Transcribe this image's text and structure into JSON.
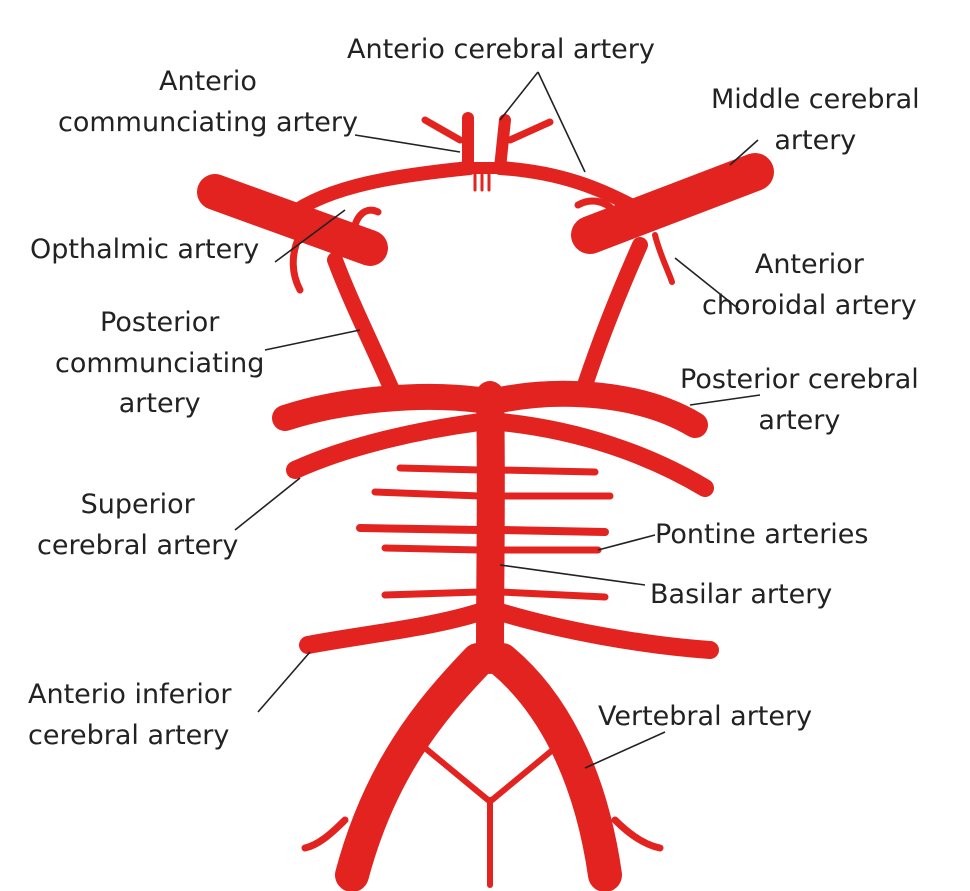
{
  "colors": {
    "artery": "#e2231f",
    "artery_dark": "#c51714",
    "leader": "#222222",
    "text": "#222222",
    "background": "#ffffff"
  },
  "labels": {
    "anterior_cerebral": "Anterio cerebral artery",
    "anterior_communicating": [
      "Anterio",
      "communciating artery"
    ],
    "middle_cerebral": [
      "Middle cerebral",
      "artery"
    ],
    "ophthalmic": "Opthalmic artery",
    "anterior_choroidal": [
      "Anterior",
      "choroidal artery"
    ],
    "posterior_communicating": [
      "Posterior",
      "communciating",
      "artery"
    ],
    "posterior_cerebral": [
      "Posterior cerebral",
      "artery"
    ],
    "superior_cerebral": [
      "Superior",
      "cerebral artery"
    ],
    "pontine": "Pontine arteries",
    "basilar": "Basilar artery",
    "anterior_inferior_cerebral": [
      "Anterio inferior",
      "cerebral artery"
    ],
    "vertebral": "Vertebral artery"
  }
}
